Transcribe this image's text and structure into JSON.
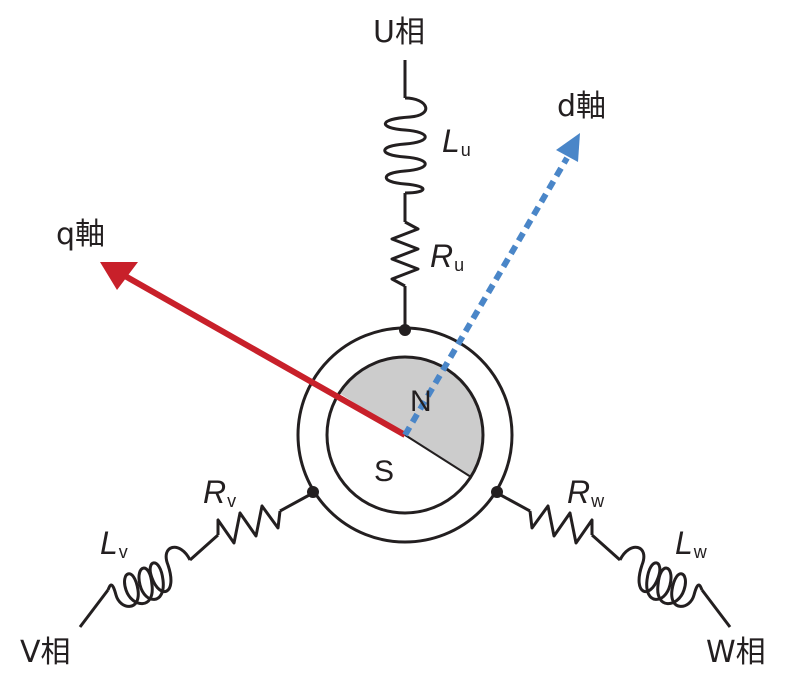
{
  "diagram": {
    "type": "three-phase motor equivalent circuit with dq axes",
    "phases": [
      {
        "id": "U",
        "label": "U相",
        "resistor": {
          "symbol": "R",
          "subscript": "u"
        },
        "inductor": {
          "symbol": "L",
          "subscript": "u"
        }
      },
      {
        "id": "V",
        "label": "V相",
        "resistor": {
          "symbol": "R",
          "subscript": "v"
        },
        "inductor": {
          "symbol": "L",
          "subscript": "v"
        }
      },
      {
        "id": "W",
        "label": "W相",
        "resistor": {
          "symbol": "R",
          "subscript": "w"
        },
        "inductor": {
          "symbol": "L",
          "subscript": "w"
        }
      }
    ],
    "axes": {
      "d": {
        "label": "d軸",
        "color": "#4a86c8",
        "style": "dashed"
      },
      "q": {
        "label": "q軸",
        "color": "#c8202a",
        "style": "solid"
      }
    },
    "rotor": {
      "north_label": "N",
      "south_label": "S",
      "north_fill": "#cccccc",
      "south_fill": "#ffffff"
    },
    "line_color": "#231f20"
  }
}
